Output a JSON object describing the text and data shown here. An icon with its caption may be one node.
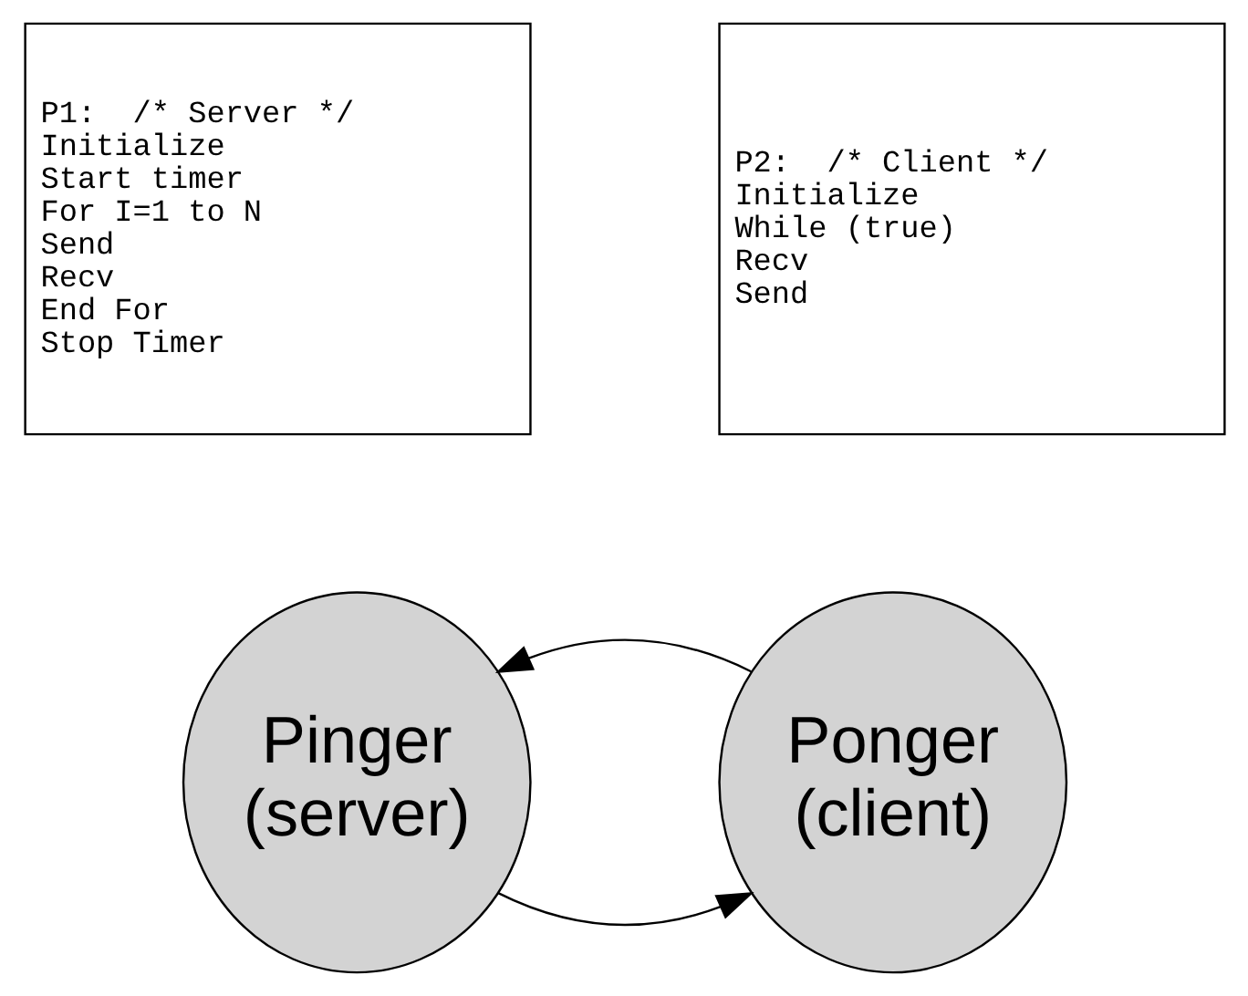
{
  "diagram": {
    "nodes": [
      {
        "text": [
          "P1:  /* Server */",
          "Initialize",
          "Start timer",
          "For I=1 to N",
          " Send",
          " Recv",
          "End For",
          "Stop Timer"
        ]
      },
      {
        "text": [
          "P2:  /* Client */",
          "Initialize",
          "While (true)",
          " Recv",
          " Send"
        ]
      },
      {
        "text": [
          "Pinger (server)"
        ]
      },
      {
        "text": [
          "Ponger (client)"
        ]
      }
    ],
    "edges": [
      {
        "from": 2,
        "to": 3,
        "arrow": "to"
      },
      {
        "from": 3,
        "to": 2,
        "arrow": "to"
      }
    ]
  }
}
